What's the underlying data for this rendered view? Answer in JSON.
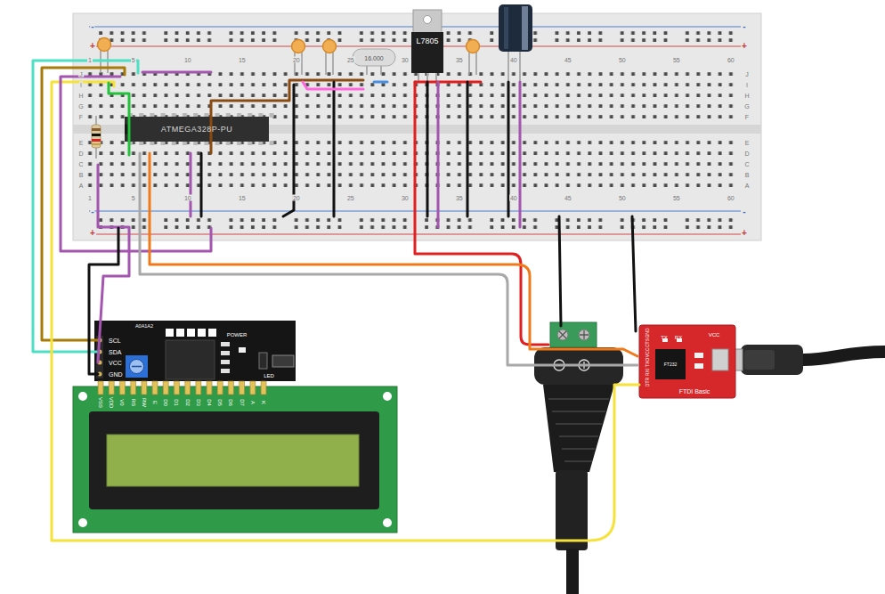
{
  "diagram": {
    "nodes": [
      {
        "text": [
          "ATMEGA328P-PU"
        ]
      },
      {
        "text": [
          "16.000"
        ]
      },
      {
        "text": [
          "L7805"
        ]
      },
      {
        "text": [
          "A0A1A2",
          "POWER",
          "SCL",
          "SDA",
          "VCC",
          "GND",
          "LED"
        ]
      },
      {
        "text": [
          "VSS",
          "VDD",
          "V0",
          "RS",
          "RW",
          "E",
          "D0",
          "D1",
          "D2",
          "D3",
          "D4",
          "D5",
          "D6",
          "D7",
          "A",
          "K"
        ]
      },
      {
        "text": [
          "TX",
          "RX",
          "VCC",
          "FT232",
          "GND",
          "CTS",
          "VCC",
          "TXO",
          "RXI",
          "DTR",
          "FTDI Basic"
        ]
      }
    ],
    "labels": [
      "1",
      "5",
      "10",
      "15",
      "20",
      "25",
      "30",
      "35",
      "40",
      "45",
      "50",
      "55",
      "60",
      "1",
      "5",
      "10",
      "15",
      "20",
      "25",
      "30",
      "35",
      "40",
      "45",
      "50",
      "55",
      "60",
      "J",
      "I",
      "H",
      "G",
      "F",
      "E",
      "D",
      "C",
      "B",
      "A",
      "J",
      "I",
      "H",
      "G",
      "F",
      "E",
      "D",
      "C",
      "B",
      "A",
      "-",
      "+",
      "-",
      "+",
      "-",
      "+",
      "-",
      "+"
    ]
  }
}
